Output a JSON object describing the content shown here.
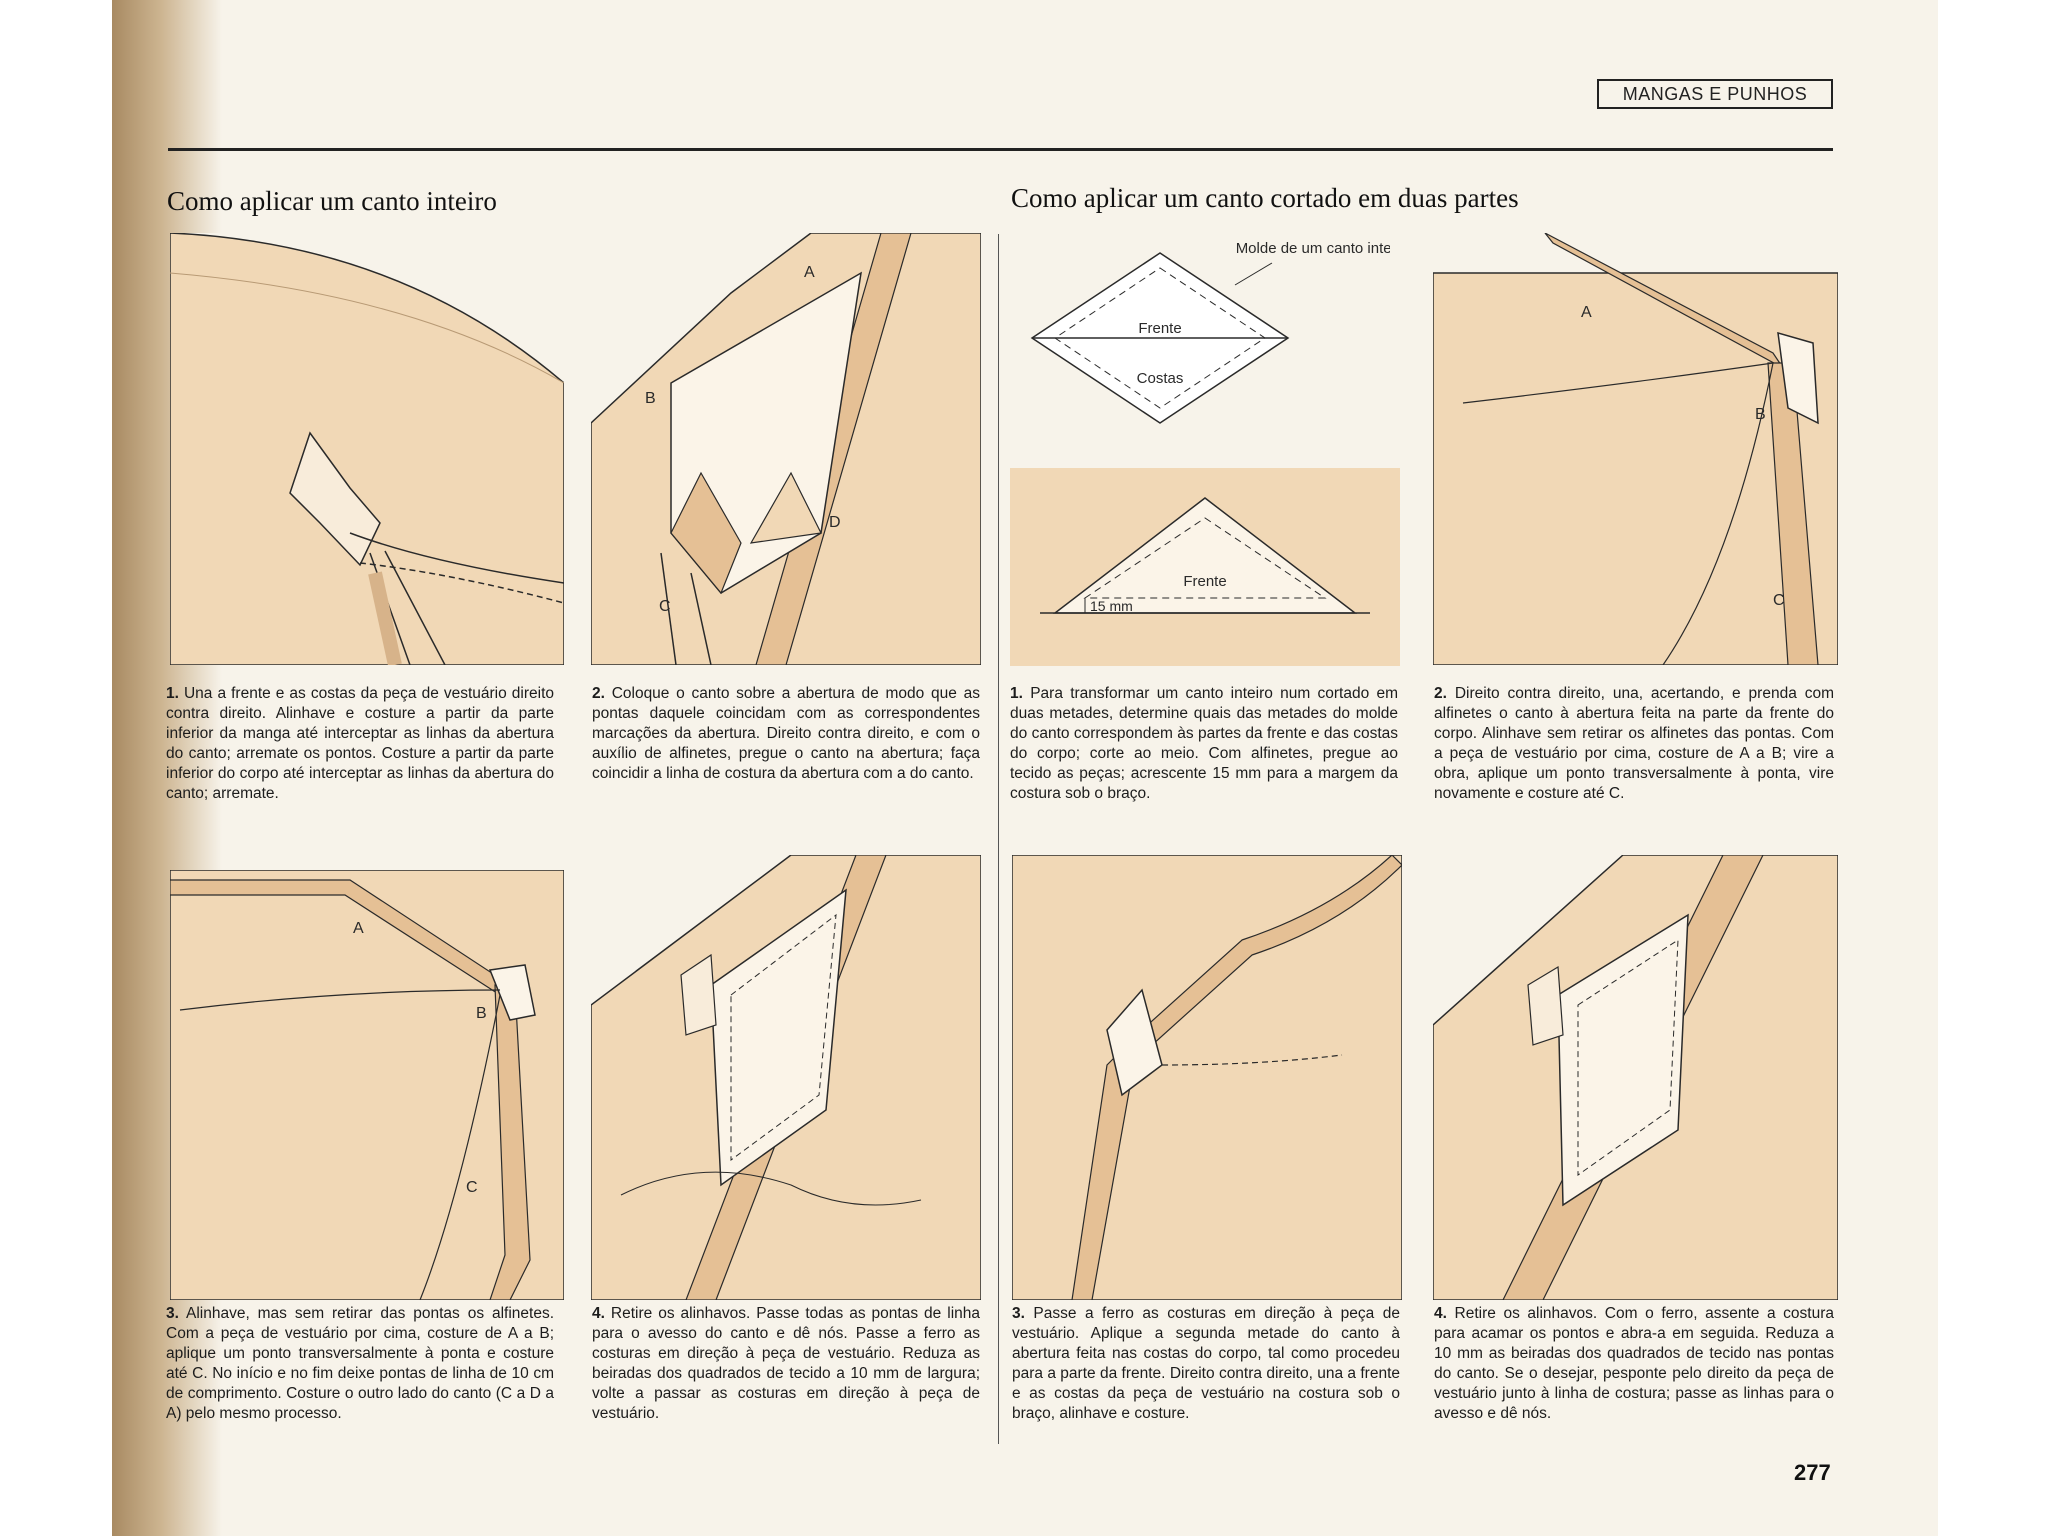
{
  "header": {
    "section": "MANGAS E PUNHOS"
  },
  "left": {
    "title": "Como aplicar um canto inteiro"
  },
  "right": {
    "title": "Como aplicar um canto cortado em duas partes"
  },
  "colors": {
    "fabric": "#f1d8b6",
    "fabric_dark": "#e5c095",
    "ink": "#2a2a2a",
    "paper": "#f7f3ea"
  },
  "figures": {
    "l1": {
      "labels": []
    },
    "l2": {
      "labels": [
        "A",
        "B",
        "C",
        "D"
      ]
    },
    "r1_pattern": {
      "label_note": "Molde de um canto inteiro",
      "top": "Frente",
      "bottom": "Costas"
    },
    "r1_fabric": {
      "label": "Frente",
      "measure": "15 mm"
    },
    "r2": {
      "labels": [
        "A",
        "B",
        "C"
      ]
    },
    "l3": {
      "labels": [
        "A",
        "B",
        "C"
      ]
    }
  },
  "captions": {
    "l1": {
      "num": "1.",
      "text": "Una a frente e as costas da peça de vestuário direito contra direito. Alinhave e costure a partir da parte inferior da manga até interceptar as linhas da abertura do canto; arremate os pontos. Costure a partir da parte inferior do corpo até interceptar as linhas da abertura do canto; arremate."
    },
    "l2": {
      "num": "2.",
      "text": "Coloque o canto sobre a abertura de modo que as pontas daquele coincidam com as correspondentes marcações da abertura. Direito contra direito, e com o auxílio de alfinetes, pregue o canto na abertura; faça coincidir a linha de costura da abertura com a do canto."
    },
    "r1": {
      "num": "1.",
      "text": "Para transformar um canto inteiro num cortado em duas metades, determine quais das metades do molde do canto correspondem às partes da frente e das costas do corpo; corte ao meio. Com alfinetes, pregue ao tecido as peças; acrescente 15 mm para a margem da costura sob o braço."
    },
    "r2": {
      "num": "2.",
      "text": "Direito contra direito, una, acertando, e prenda com alfinetes o canto à abertura feita na parte da frente do corpo. Alinhave sem retirar os alfinetes das pontas. Com a peça de vestuário por cima, costure de A a B; vire a obra, aplique um ponto transversalmente à ponta, vire novamente e costure até C."
    },
    "l3": {
      "num": "3.",
      "text": "Alinhave, mas sem retirar das pontas os alfinetes. Com a peça de vestuário por cima, costure de A a B; aplique um ponto transversalmente à ponta e costure até C. No início e no fim deixe pontas de linha de 10 cm de comprimento. Costure o outro lado do canto (C a D a A) pelo mesmo processo."
    },
    "l4": {
      "num": "4.",
      "text": "Retire os alinhavos. Passe todas as pontas de linha para o avesso do canto e dê nós. Passe a ferro as costuras em direção à peça de vestuário. Reduza as beiradas dos quadrados de tecido a 10 mm de largura; volte a passar as costuras em direção à peça de vestuário."
    },
    "r3": {
      "num": "3.",
      "text": "Passe a ferro as costuras em direção à peça de vestuário. Aplique a segunda metade do canto à abertura feita nas costas do corpo, tal como procedeu para a parte da frente. Direito contra direito, una a frente e as costas da peça de vestuário na costura sob o braço, alinhave e costure."
    },
    "r4": {
      "num": "4.",
      "text": "Retire os alinhavos. Com o ferro, assente a costura para acamar os pontos e abra-a em seguida. Reduza a 10 mm as beiradas dos quadrados de tecido nas pontas do canto. Se o desejar, pesponte pelo direito da peça de vestuário junto à linha de costura; passe as linhas para o avesso e dê nós."
    }
  },
  "page_number": "277"
}
